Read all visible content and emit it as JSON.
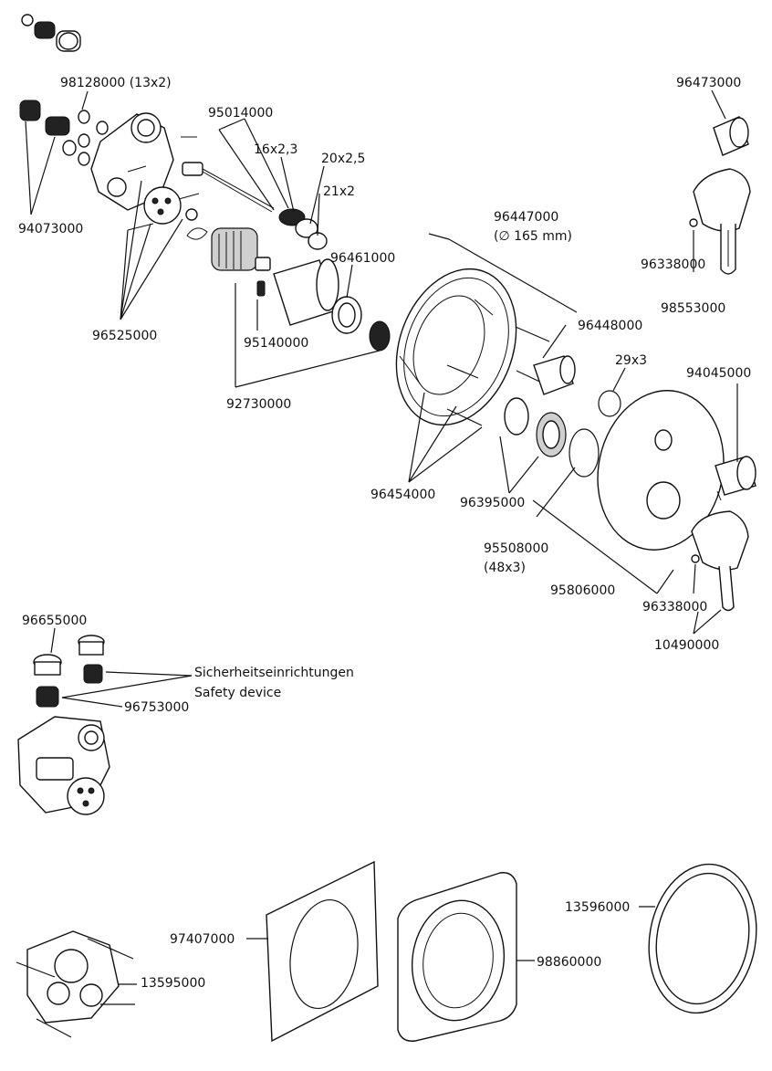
{
  "labels": {
    "p98128000": "98128000 (13x2)",
    "p95014000": "95014000",
    "p16x23": "16x2,3",
    "p20x25": "20x2,5",
    "p21x2": "21x2",
    "p96473000": "96473000",
    "p94073000": "94073000",
    "p96447000": "96447000",
    "p96447000_sub": "(∅ 165 mm)",
    "p96461000": "96461000",
    "p96338000a": "96338000",
    "p98553000": "98553000",
    "p96525000": "96525000",
    "p96448000": "96448000",
    "p95140000": "95140000",
    "p29x3": "29x3",
    "p94045000": "94045000",
    "p92730000": "92730000",
    "p96454000": "96454000",
    "p96395000": "96395000",
    "p95508000": "95508000",
    "p95508000_sub": "(48x3)",
    "p95806000": "95806000",
    "p96338000b": "96338000",
    "p10490000": "10490000",
    "p96655000": "96655000",
    "safety_de": "Sicherheitseinrichtungen",
    "safety_en": "Safety device",
    "p96753000": "96753000",
    "p13596000": "13596000",
    "p97407000": "97407000",
    "p98860000": "98860000",
    "p13595000": "13595000"
  }
}
